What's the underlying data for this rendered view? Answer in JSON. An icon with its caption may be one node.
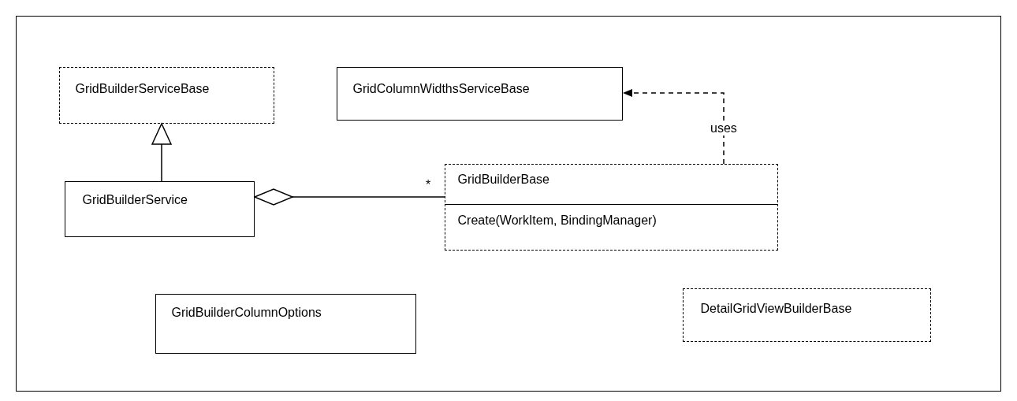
{
  "diagram": {
    "nodes": [
      {
        "text": [],
        "shape": "box"
      },
      {
        "text": [
          "GridBuilderServiceBase"
        ],
        "in": 0
      },
      {
        "text": [
          "GridColumnWidthsServiceBase"
        ],
        "in": 0
      },
      {
        "text": [
          "GridBuilderService"
        ],
        "in": 0
      },
      {
        "text": [
          "GridBuilderBase",
          "Create(WorkItem, BindingManager)"
        ],
        "in": 0
      },
      {
        "text": [
          "GridBuilderColumnOptions"
        ],
        "in": 0
      },
      {
        "text": [
          "DetailGridViewBuilderBase"
        ],
        "in": 0
      }
    ],
    "edges": [
      {
        "from": 3,
        "to": 1,
        "arrow": "to"
      },
      {
        "from": 3,
        "to": 4,
        "arrow": "other"
      },
      {
        "from": 4,
        "to": 2,
        "arrow": "to",
        "label": "uses",
        "style": "dashed"
      }
    ],
    "labels": [
      "*"
    ]
  }
}
